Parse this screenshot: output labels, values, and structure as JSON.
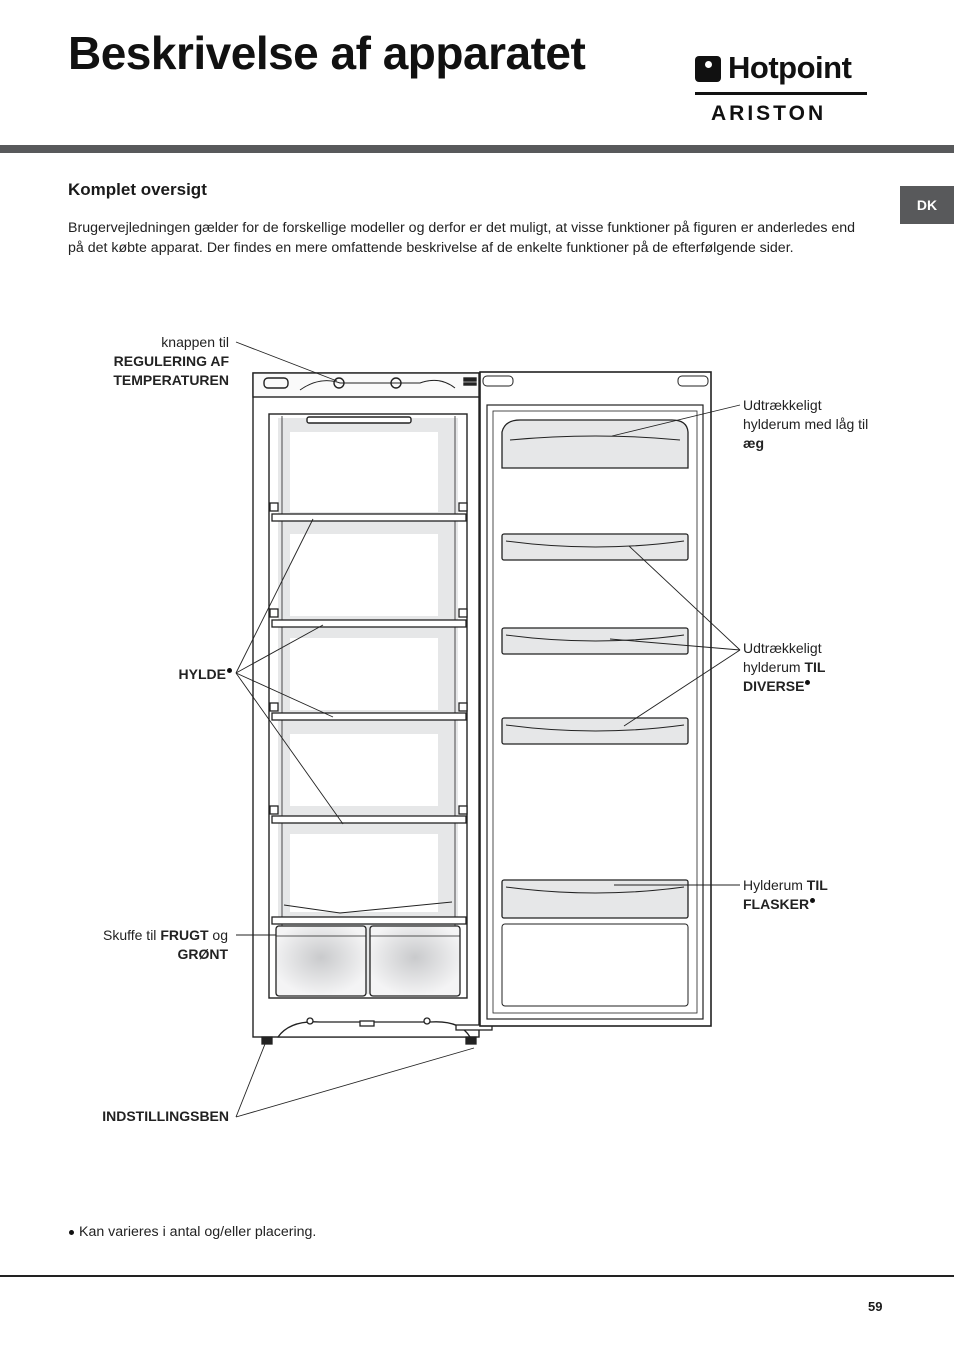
{
  "header": {
    "title": "Beskrivelse af apparatet",
    "logo_top": "Hotpoint",
    "logo_bottom": "ARISTON",
    "language_tab": "DK"
  },
  "section": {
    "heading": "Komplet oversigt",
    "intro": "Brugervejledningen gælder for de forskellige modeller og derfor er det muligt, at visse funktioner på figuren er anderledes end på det købte apparat. Der findes en mere omfattende beskrivelse af de enkelte funktioner på de efterfølgende sider."
  },
  "labels": {
    "thermostat_line1": "knappen til",
    "thermostat_line2": "REGULERING AF",
    "thermostat_line3": "TEMPERATUREN",
    "shelf": "HYLDE",
    "crisper_pre": "Skuffe til ",
    "crisper_bold1": "FRUGT",
    "crisper_mid": " og",
    "crisper_bold2": "GRØNT",
    "feet": "INDSTILLINGSBEN",
    "egg_line1": "Udtrækkeligt",
    "egg_line2": "hylderum med låg til",
    "egg_line3": "æg",
    "misc_line1": "Udtrækkeligt",
    "misc_line2_pre": "hylderum ",
    "misc_line2_bold": "TIL",
    "misc_line3": "DIVERSE",
    "bottle_pre": "Hylderum ",
    "bottle_bold1": "TIL",
    "bottle_bold2": "FLASKER"
  },
  "footer": {
    "footnote": "Kan varieres i antal og/eller placering.",
    "page_number": "59"
  },
  "colors": {
    "rule": "#58595b",
    "line": "#222222",
    "interior_shade": "#e6e7e8"
  }
}
